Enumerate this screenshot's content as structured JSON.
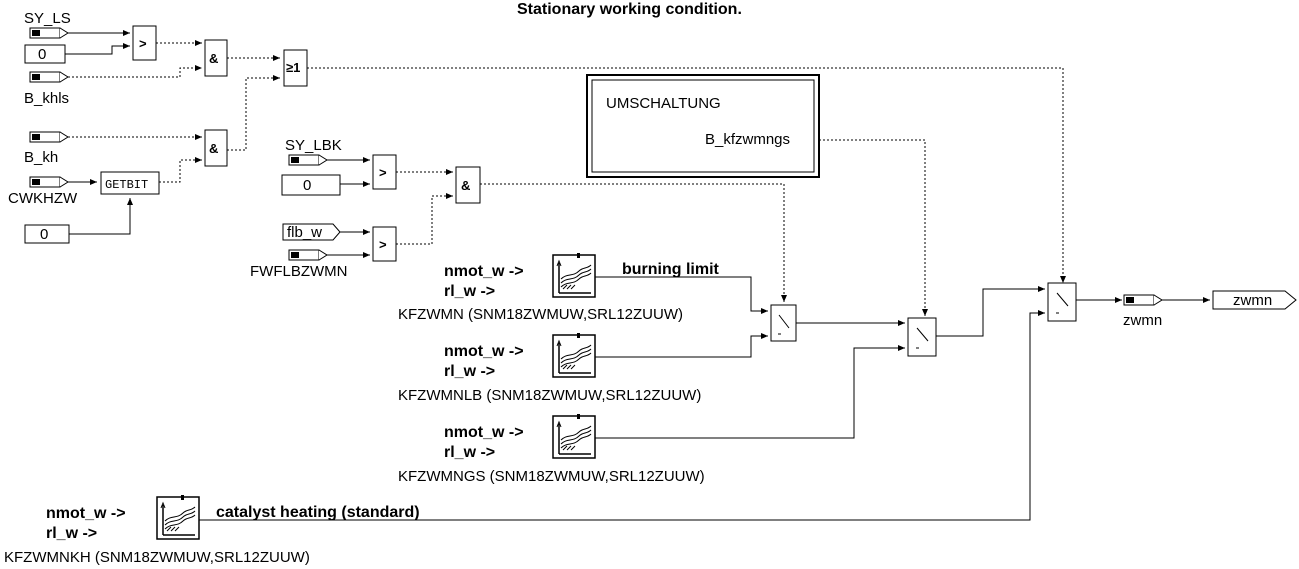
{
  "title": "Stationary working condition.",
  "inputs": {
    "sy_ls": "SY_LS",
    "b_khls": "B_khls",
    "b_kh": "B_kh",
    "cwkhzw": "CWKHZW",
    "sy_lbk": "SY_LBK",
    "flb_w": "flb_w",
    "fwflbzwmn": "FWFLBZWMN"
  },
  "constants": {
    "c1": "0",
    "c2": "0",
    "c3": "0"
  },
  "blocks": {
    "gt": ">",
    "and": "&",
    "or": "≥1",
    "getbit": "GETBIT",
    "umschaltung_title": "UMSCHALTUNG",
    "umschaltung_port": "B_kfzwmngs"
  },
  "maps": {
    "in1": "nmot_w ->",
    "in2": "rl_w      ->",
    "kfzwmn": "KFZWMN (SNM18ZWMUW,SRL12ZUUW)",
    "kfzwmnlb": "KFZWMNLB (SNM18ZWMUW,SRL12ZUUW)",
    "kfzwmngs": "KFZWMNGS (SNM18ZWMUW,SRL12ZUUW)",
    "kfzwmnkh": "KFZWMNKH (SNM18ZWMUW,SRL12ZUUW)",
    "burning_limit": "burning limit",
    "catalyst_heating": "catalyst heating (standard)"
  },
  "outputs": {
    "zwmn_var": "zwmn",
    "zwmn_out": "zwmn"
  }
}
